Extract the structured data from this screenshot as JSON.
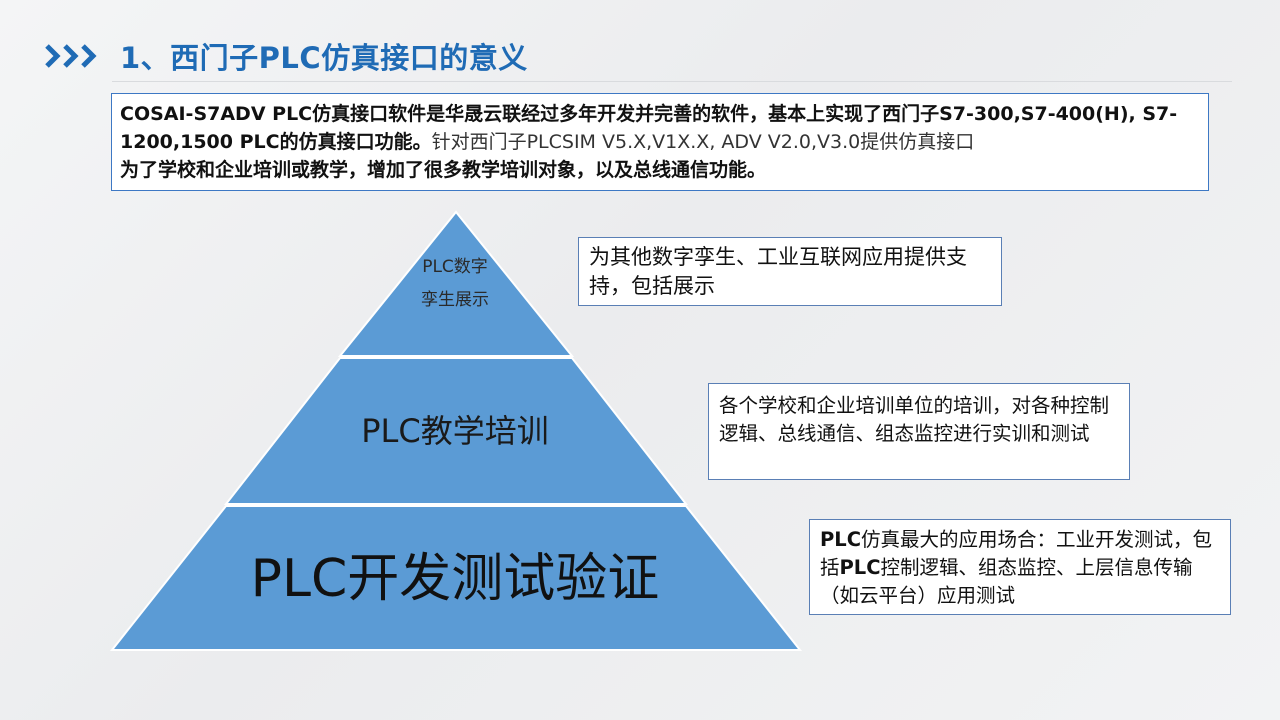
{
  "header": {
    "title": "1、西门子PLC仿真接口的意义",
    "accent_color": "#1f6bb5",
    "icon": "triple-chevron-right-icon"
  },
  "intro": {
    "segments": [
      "COSAI-S7ADV PLC仿真接口软件是华晟云联经过多年开发并完善的软件，基本上实现了西门子S7-300,S7-400(H), S7-1200,1500 PLC的仿真接口功能。",
      "针对西门子PLCSIM V5.X,V1X.X, ADV V2.0,V3.0提供仿真接口",
      "为了学校和企业培训或教学，增加了很多教学培训对象，以及总线通信功能。"
    ]
  },
  "pyramid": {
    "fill_color": "#5b9bd5",
    "levels": [
      {
        "label_line1": "PLC数字",
        "label_line2": "孪生展示"
      },
      {
        "label": "PLC教学培训"
      },
      {
        "label": "PLC开发测试验证"
      }
    ]
  },
  "notes": [
    {
      "text": "为其他数字孪生、工业互联网应用提供支持，包括展示"
    },
    {
      "text": "各个学校和企业培训单位的培训，对各种控制逻辑、总线通信、组态监控进行实训和测试"
    },
    {
      "bold_a": "PLC",
      "text_a": "仿真最大的应用场合：工业开发测试，包括",
      "bold_b": "PLC",
      "text_b": "控制逻辑、组态监控、上层信息传输（如云平台）应用测试"
    }
  ]
}
